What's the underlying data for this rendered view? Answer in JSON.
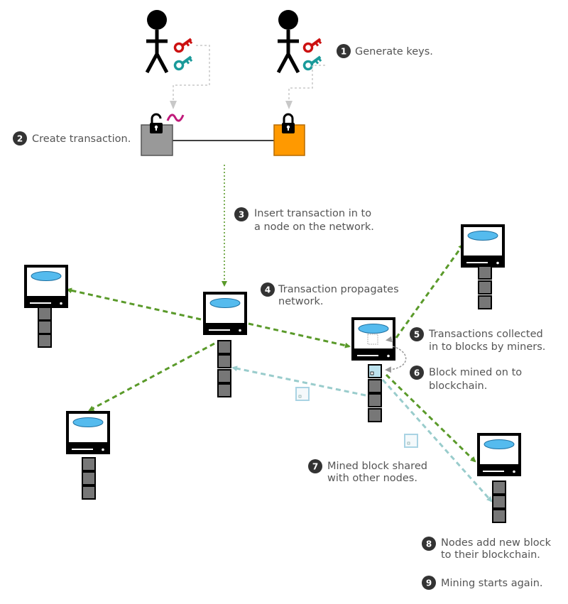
{
  "steps": [
    {
      "number": "1",
      "lines": [
        "Generate keys."
      ]
    },
    {
      "number": "2",
      "lines": [
        "Create transaction."
      ]
    },
    {
      "number": "3",
      "lines": [
        "Insert transaction in to",
        "a node on the network."
      ]
    },
    {
      "number": "4",
      "lines": [
        "Transaction propagates",
        "network."
      ]
    },
    {
      "number": "5",
      "lines": [
        "Transactions collected",
        "in to blocks by miners."
      ]
    },
    {
      "number": "6",
      "lines": [
        "Block mined on to",
        "blockchain."
      ]
    },
    {
      "number": "7",
      "lines": [
        "Mined block shared",
        "with other nodes."
      ]
    },
    {
      "number": "8",
      "lines": [
        "Nodes add new block",
        "to their blockchain."
      ]
    },
    {
      "number": "9",
      "lines": [
        "Mining starts again."
      ]
    }
  ],
  "icons": {
    "person": "stick-figure-icon",
    "private_key": "red-key-icon",
    "public_key": "teal-key-icon",
    "signature": "tilde-signature-icon",
    "lock": "padlock-icon",
    "computer": "computer-node-icon",
    "block": "block-icon"
  },
  "colors": {
    "text": "#555555",
    "badge": "#333333",
    "private_key": "#cc1111",
    "public_key": "#1a9a9a",
    "signature": "#c01a7a",
    "sender_box": "#999999",
    "receiver_box": "#ff9900",
    "propagation_arrow": "#5a9a2a",
    "shared_block_arrow": "#99cccc",
    "key_link": "#bbbbbb",
    "screen": "#55bbee",
    "block_fill": "#777777",
    "new_block": "#bde3ef"
  }
}
